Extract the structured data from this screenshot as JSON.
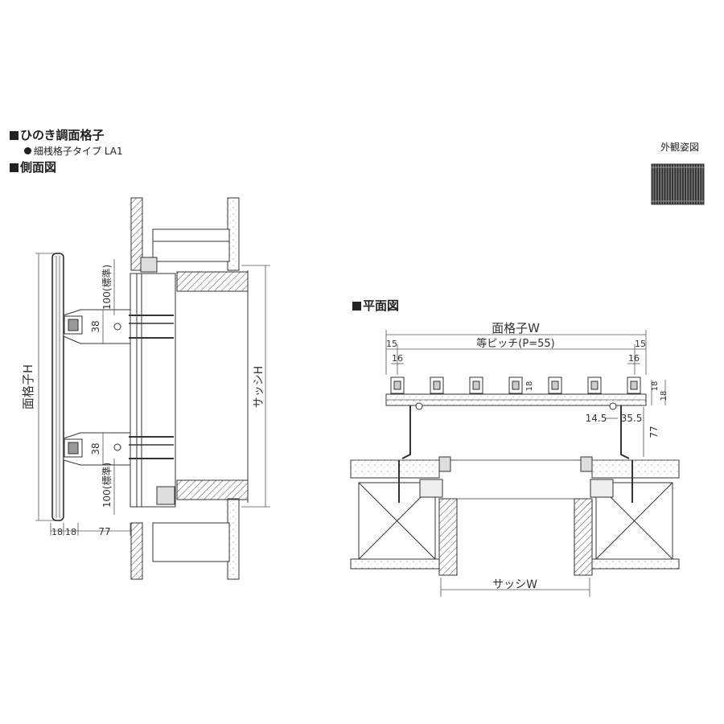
{
  "heading": {
    "main": "ひのき調面格子",
    "sub": "細桟格子タイプ LA1",
    "side_view": "側面図"
  },
  "appearance": {
    "title": "外観姿図"
  },
  "plan": {
    "title": "平面図"
  },
  "side_dims": {
    "total_h": "面格子H",
    "sash_h": "サッシH",
    "std_top": "100(標準)",
    "std_bottom": "100(標準)",
    "d38_top": "38",
    "d38_bottom": "38",
    "d18a": "18",
    "d18b": "18",
    "d77": "77"
  },
  "plan_dims": {
    "total_w": "面格子W",
    "pitch": "等ピッチ(P=55)",
    "d15_left": "15",
    "d15_right": "15",
    "d16_left": "16",
    "d16_right": "16",
    "d18_mid": "18",
    "d18_r1": "18",
    "d18_r2": "18",
    "d14_5": "14.5",
    "d35_5": "35.5",
    "d77": "77",
    "sash_w": "サッシW"
  }
}
